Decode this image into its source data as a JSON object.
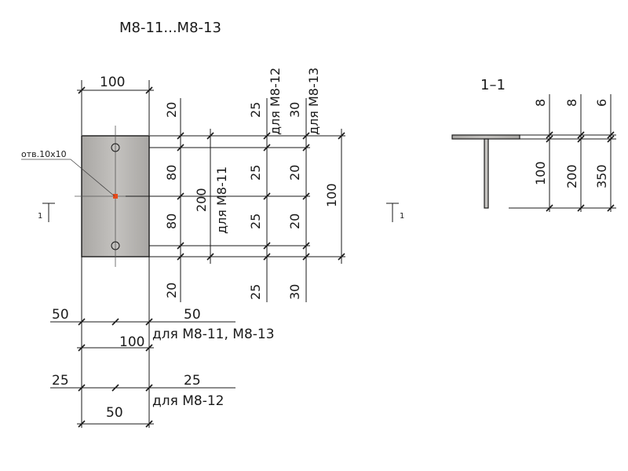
{
  "title": "М8-11...М8-13",
  "section_title": "1–1",
  "section_mark": "1",
  "plate": {
    "width_label": "100",
    "hole_note": "отв.10х10"
  },
  "vertical_dims": {
    "col_a": [
      "20",
      "80",
      "80",
      "20"
    ],
    "col_b_total": "200",
    "col_b_note": "для М8-11",
    "col_c": [
      "25",
      "25",
      "25",
      "25"
    ],
    "col_c_note": "для М8-12",
    "col_d": [
      "30",
      "20",
      "20",
      "30"
    ],
    "col_d_note": "для М8-13",
    "col_e_total": "100"
  },
  "horizontal_dims": {
    "row1_left": "50",
    "row1_right": "50",
    "row1_total": "100",
    "row1_note": "для М8-11, М8-13",
    "row2_left": "25",
    "row2_right": "25",
    "row2_total": "50",
    "row2_note": "для М8-12"
  },
  "section_dims": {
    "thickness": [
      "8",
      "8",
      "6"
    ],
    "height": [
      "100",
      "200",
      "350"
    ]
  },
  "colors": {
    "line": "#1a1a1a",
    "plate_fill": "#b9b7b4",
    "hole_marker": "#e84a1a"
  }
}
